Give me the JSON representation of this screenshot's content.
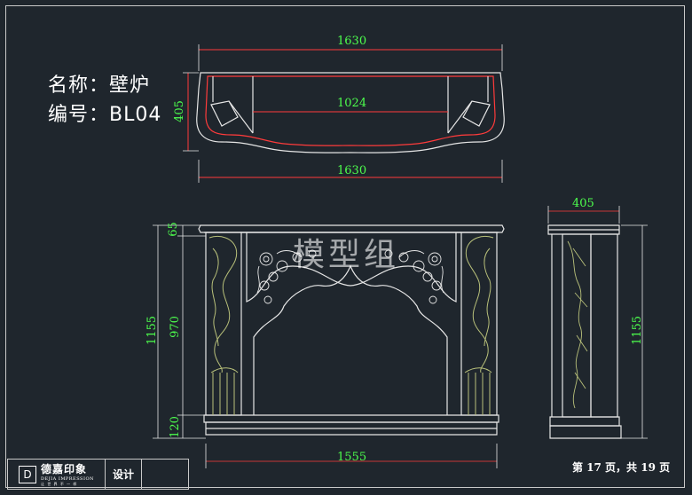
{
  "title": {
    "name_line": "名称：壁炉",
    "code_line": "编号：BL04"
  },
  "dimensions": {
    "top_overall_width": "1630",
    "top_inner_width": "1024",
    "top_bottom_width": "1630",
    "top_depth": "405",
    "front_top_height": "65",
    "front_overall_height": "1155",
    "front_middle_height": "970",
    "front_base_height": "120",
    "front_width": "1555",
    "side_depth": "405",
    "side_height": "1155"
  },
  "watermark": "模型组",
  "title_block": {
    "logo_mark": "D",
    "logo_name": "德嘉印象",
    "logo_en": "DEJIA IMPRESSION",
    "logo_sub": "让 世 界 不 一 样",
    "design_label": "设计"
  },
  "page_info": "第 17 页，共 19 页",
  "colors": {
    "background": "#1f262d",
    "lines": "#e6e6e6",
    "dimensions": "#4dff4d",
    "dim_lines": "#ff3b3b",
    "carving": "#b8c07a"
  }
}
